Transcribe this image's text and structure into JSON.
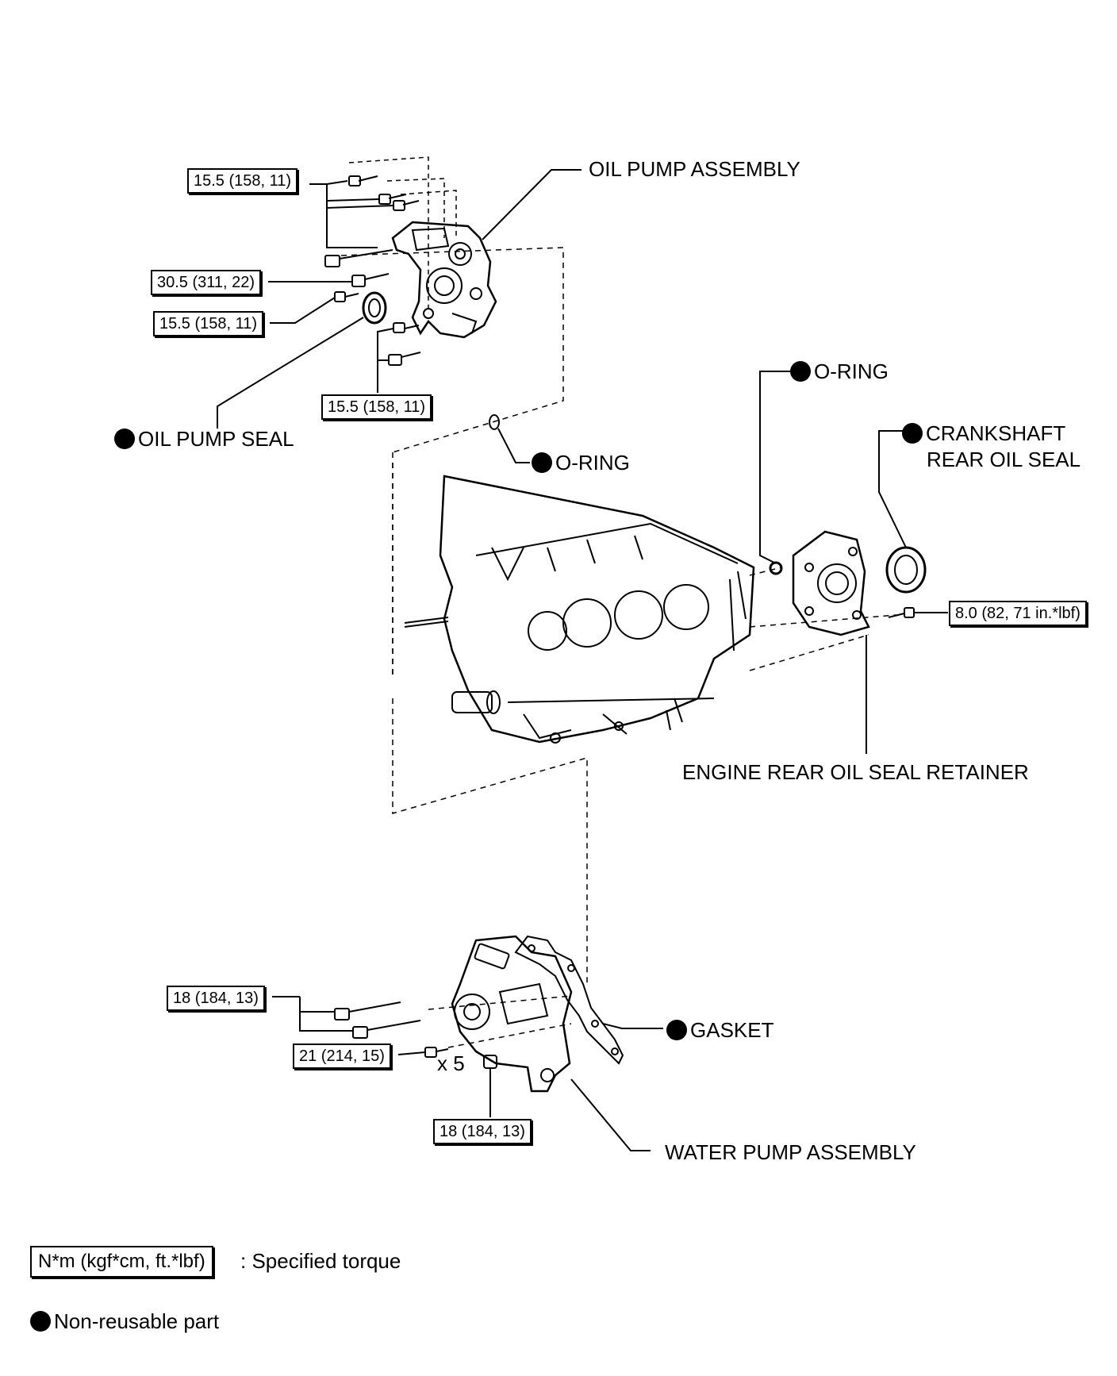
{
  "labels": {
    "oil_pump_assembly": "OIL PUMP ASSEMBLY",
    "oil_pump_seal": "OIL PUMP SEAL",
    "o_ring_upper": "O-RING",
    "o_ring_right": "O-RING",
    "crankshaft_rear_oil_seal_line1": "CRANKSHAFT",
    "crankshaft_rear_oil_seal_line2": "REAR OIL SEAL",
    "engine_rear_oil_seal_retainer": "ENGINE REAR OIL SEAL RETAINER",
    "gasket": "GASKET",
    "water_pump_assembly": "WATER PUMP ASSEMBLY",
    "x5": "x 5"
  },
  "torques": {
    "oil_pump_top": "15.5 (158, 11)",
    "oil_pump_long_bolt": "30.5 (311, 22)",
    "oil_pump_left_bolt": "15.5 (158, 11)",
    "oil_pump_lower": "15.5 (158, 11)",
    "retainer_bolt": "8.0 (82, 71 in.*lbf)",
    "water_pump_long_bolts": "18 (184, 13)",
    "water_pump_bolts": "21 (214, 15)",
    "water_pump_nut": "18 (184, 13)"
  },
  "legend": {
    "torque_units": "N*m (kgf*cm, ft.*lbf)",
    "torque_desc": ": Specified torque",
    "non_reusable": "Non-reusable part"
  },
  "colors": {
    "ink": "#000000",
    "paper": "#ffffff"
  }
}
